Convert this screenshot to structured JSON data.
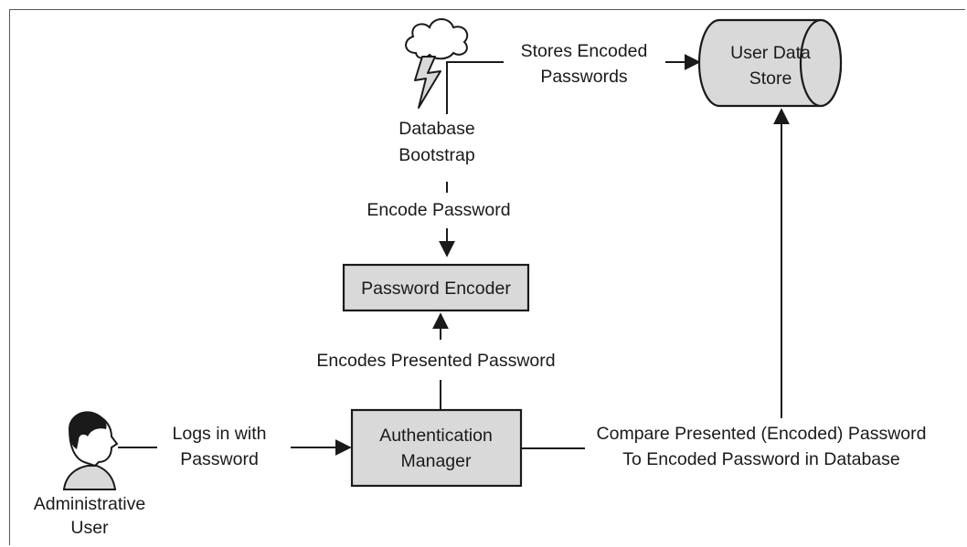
{
  "nodes": {
    "user_data_store": {
      "line1": "User Data",
      "line2": "Store"
    },
    "database_bootstrap": {
      "line1": "Database",
      "line2": "Bootstrap"
    },
    "password_encoder": {
      "label": "Password Encoder"
    },
    "authentication_manager": {
      "line1": "Authentication",
      "line2": "Manager"
    },
    "administrative_user": {
      "line1": "Administrative",
      "line2": "User"
    }
  },
  "edges": {
    "stores_encoded": {
      "line1": "Stores Encoded",
      "line2": "Passwords"
    },
    "encode_password": {
      "label": "Encode Password"
    },
    "encodes_presented": {
      "label": "Encodes Presented Password"
    },
    "logs_in": {
      "line1": "Logs in with",
      "line2": "Password"
    },
    "compare": {
      "line1": "Compare Presented (Encoded) Password",
      "line2": "To Encoded Password in Database"
    }
  },
  "colors": {
    "box_fill": "#d9d9d9",
    "stroke": "#1a1a1a",
    "background": "#ffffff"
  }
}
